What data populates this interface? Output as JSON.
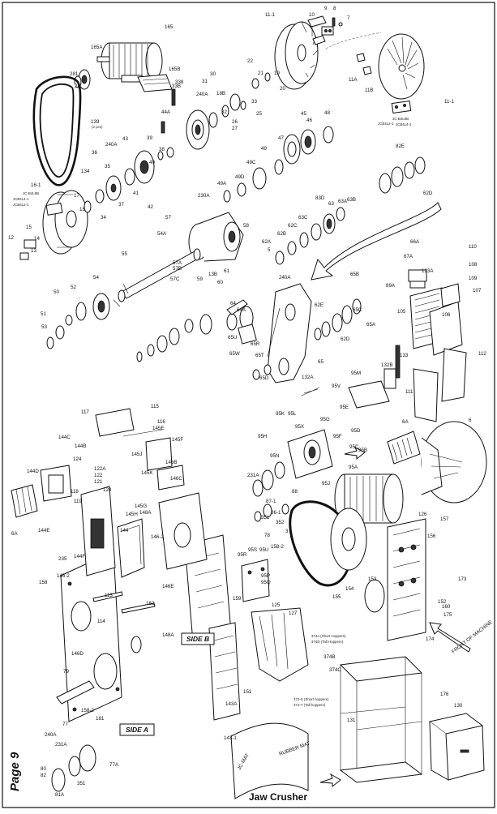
{
  "page": {
    "number_text": "Page 9",
    "title": "Jaw Crusher"
  },
  "callouts": {
    "side_a": "SIDE A",
    "side_b": "SIDE B",
    "front_of_machine": "FRONT OF MACHINE",
    "rubber_mat": "RUBBER MAT",
    "jc_mat": "JC-MAT",
    "short_hoppers_a": "374A (Short Hoppers)",
    "tall_hoppers_a": "374D (Tall Hoppers)",
    "short_hoppers_s": "374-S (Short hoppers)",
    "tall_hoppers_t": "374-T (Tall hoppers)"
  },
  "labels": [
    {
      "id": "l165a",
      "text": "165A"
    },
    {
      "id": "l165",
      "text": "165"
    },
    {
      "id": "l165b",
      "text": "165B"
    },
    {
      "id": "l281",
      "text": "281"
    },
    {
      "id": "l28",
      "text": "28"
    },
    {
      "id": "l139",
      "text": "139"
    },
    {
      "id": "l139q",
      "text": "(2 pcs)"
    },
    {
      "id": "l33b",
      "text": "33B"
    },
    {
      "id": "l30",
      "text": "30"
    },
    {
      "id": "l31",
      "text": "31"
    },
    {
      "id": "l240a1",
      "text": "240A"
    },
    {
      "id": "l18b",
      "text": "18B"
    },
    {
      "id": "l32",
      "text": "32"
    },
    {
      "id": "l33",
      "text": "33"
    },
    {
      "id": "l25",
      "text": "25"
    },
    {
      "id": "l26",
      "text": "26"
    },
    {
      "id": "l27",
      "text": "27"
    },
    {
      "id": "l22",
      "text": "22"
    },
    {
      "id": "l21",
      "text": "21"
    },
    {
      "id": "l19",
      "text": "19"
    },
    {
      "id": "l20",
      "text": "20"
    },
    {
      "id": "l11_1",
      "text": "11-1"
    },
    {
      "id": "l10",
      "text": "10"
    },
    {
      "id": "l9",
      "text": "9"
    },
    {
      "id": "l8",
      "text": "8"
    },
    {
      "id": "l7",
      "text": "7"
    },
    {
      "id": "l11a",
      "text": "11A"
    },
    {
      "id": "l11b",
      "text": "11B"
    },
    {
      "id": "l11_1b",
      "text": "11-1"
    },
    {
      "id": "l44a",
      "text": "44A"
    },
    {
      "id": "l36",
      "text": "36"
    },
    {
      "id": "l240a2",
      "text": "240A"
    },
    {
      "id": "l43",
      "text": "43"
    },
    {
      "id": "l39",
      "text": "39"
    },
    {
      "id": "l134",
      "text": "134"
    },
    {
      "id": "l41",
      "text": "41"
    },
    {
      "id": "l42",
      "text": "42"
    },
    {
      "id": "l37",
      "text": "37"
    },
    {
      "id": "l34",
      "text": "34"
    },
    {
      "id": "l16_1",
      "text": "16-1"
    },
    {
      "id": "l17",
      "text": "17"
    },
    {
      "id": "l18",
      "text": "18"
    },
    {
      "id": "l12",
      "text": "12"
    },
    {
      "id": "l15",
      "text": "15"
    },
    {
      "id": "l13",
      "text": "13"
    },
    {
      "id": "l14",
      "text": "14"
    },
    {
      "id": "l45",
      "text": "45"
    },
    {
      "id": "l46",
      "text": "46"
    },
    {
      "id": "l48",
      "text": "48"
    },
    {
      "id": "l47",
      "text": "47"
    },
    {
      "id": "l49",
      "text": "49"
    },
    {
      "id": "l49c",
      "text": "49C"
    },
    {
      "id": "l49d",
      "text": "49D"
    },
    {
      "id": "l49a",
      "text": "49A"
    },
    {
      "id": "l82e",
      "text": "82E"
    },
    {
      "id": "l62d",
      "text": "62D"
    },
    {
      "id": "l83d",
      "text": "83D"
    },
    {
      "id": "l63",
      "text": "63"
    },
    {
      "id": "l63a",
      "text": "63A"
    },
    {
      "id": "l63b",
      "text": "63B"
    },
    {
      "id": "l63c",
      "text": "63C"
    },
    {
      "id": "l62c",
      "text": "62C"
    },
    {
      "id": "l62b",
      "text": "62B"
    },
    {
      "id": "l62a",
      "text": "62A"
    },
    {
      "id": "l230a",
      "text": "230A"
    },
    {
      "id": "l57",
      "text": "57"
    },
    {
      "id": "l58",
      "text": "58"
    },
    {
      "id": "l54a",
      "text": "54A"
    },
    {
      "id": "l55",
      "text": "55"
    },
    {
      "id": "l57a",
      "text": "57A"
    },
    {
      "id": "l57b",
      "text": "57B"
    },
    {
      "id": "l57c",
      "text": "57C"
    },
    {
      "id": "l59",
      "text": "59"
    },
    {
      "id": "l13b",
      "text": "13B"
    },
    {
      "id": "l60",
      "text": "60"
    },
    {
      "id": "l61",
      "text": "61"
    },
    {
      "id": "l240a3",
      "text": "240A"
    },
    {
      "id": "l54",
      "text": "54"
    },
    {
      "id": "l52",
      "text": "52"
    },
    {
      "id": "l50",
      "text": "50"
    },
    {
      "id": "l51",
      "text": "51"
    },
    {
      "id": "l53",
      "text": "53"
    },
    {
      "id": "l64",
      "text": "64"
    },
    {
      "id": "l64a",
      "text": "64A"
    },
    {
      "id": "l62e",
      "text": "62E"
    },
    {
      "id": "l62d2",
      "text": "62D"
    },
    {
      "id": "l65",
      "text": "65"
    },
    {
      "id": "l65a",
      "text": "65A"
    },
    {
      "id": "l65b",
      "text": "65B"
    },
    {
      "id": "l65c",
      "text": "65C"
    },
    {
      "id": "l65d",
      "text": "65D"
    },
    {
      "id": "l66a",
      "text": "66A"
    },
    {
      "id": "l67a",
      "text": "67A"
    },
    {
      "id": "l89a",
      "text": "89A"
    },
    {
      "id": "l105",
      "text": "105"
    },
    {
      "id": "l106",
      "text": "106"
    },
    {
      "id": "l107",
      "text": "107"
    },
    {
      "id": "l108",
      "text": "108"
    },
    {
      "id": "l109",
      "text": "109"
    },
    {
      "id": "l110",
      "text": "110"
    },
    {
      "id": "l123a",
      "text": "123A"
    },
    {
      "id": "l133",
      "text": "133"
    },
    {
      "id": "l111",
      "text": "111"
    },
    {
      "id": "l112",
      "text": "112"
    },
    {
      "id": "l132a",
      "text": "132A"
    },
    {
      "id": "l132b",
      "text": "132B"
    },
    {
      "id": "l95m",
      "text": "95M"
    },
    {
      "id": "l95v",
      "text": "95V"
    },
    {
      "id": "l95e",
      "text": "95E"
    },
    {
      "id": "l95d",
      "text": "95D"
    },
    {
      "id": "l95c",
      "text": "95C"
    },
    {
      "id": "l95b",
      "text": "95B"
    },
    {
      "id": "l95a",
      "text": "95A"
    },
    {
      "id": "l95j",
      "text": "95J"
    },
    {
      "id": "l95h",
      "text": "95H"
    },
    {
      "id": "l95k",
      "text": "95K"
    },
    {
      "id": "l95l",
      "text": "95L"
    },
    {
      "id": "l95g",
      "text": "95G"
    },
    {
      "id": "l95x",
      "text": "95X"
    },
    {
      "id": "l95f",
      "text": "95F"
    },
    {
      "id": "l95n",
      "text": "95N"
    },
    {
      "id": "l6a",
      "text": "6A"
    },
    {
      "id": "l6",
      "text": "6"
    },
    {
      "id": "l117",
      "text": "117"
    },
    {
      "id": "l115",
      "text": "115"
    },
    {
      "id": "l116",
      "text": "116"
    },
    {
      "id": "l145e",
      "text": "145E"
    },
    {
      "id": "l145f",
      "text": "145F"
    },
    {
      "id": "l144c",
      "text": "144C"
    },
    {
      "id": "l144b",
      "text": "144B"
    },
    {
      "id": "l144d",
      "text": "144D"
    },
    {
      "id": "l124",
      "text": "124"
    },
    {
      "id": "l122a",
      "text": "122A"
    },
    {
      "id": "l122",
      "text": "122"
    },
    {
      "id": "l121",
      "text": "121"
    },
    {
      "id": "l118",
      "text": "118"
    },
    {
      "id": "l119",
      "text": "119"
    },
    {
      "id": "l120",
      "text": "120"
    },
    {
      "id": "l145j",
      "text": "145J"
    },
    {
      "id": "l145k",
      "text": "145K"
    },
    {
      "id": "l145g",
      "text": "145G"
    },
    {
      "id": "l145h",
      "text": "145H"
    },
    {
      "id": "l146b",
      "text": "146B"
    },
    {
      "id": "l146c",
      "text": "146C"
    },
    {
      "id": "l148a",
      "text": "148A"
    },
    {
      "id": "l146_2",
      "text": "146-2"
    },
    {
      "id": "l144",
      "text": "144"
    },
    {
      "id": "l144f",
      "text": "144F"
    },
    {
      "id": "l144e",
      "text": "144E"
    },
    {
      "id": "l6a2",
      "text": "6A"
    },
    {
      "id": "l235",
      "text": "235"
    },
    {
      "id": "l158",
      "text": "158"
    },
    {
      "id": "l145_2",
      "text": "145-2"
    },
    {
      "id": "l113",
      "text": "113"
    },
    {
      "id": "l162",
      "text": "162"
    },
    {
      "id": "l114",
      "text": "114"
    },
    {
      "id": "l146d",
      "text": "146D"
    },
    {
      "id": "l146e",
      "text": "146E"
    },
    {
      "id": "l148a2",
      "text": "148A"
    },
    {
      "id": "l79",
      "text": "79"
    },
    {
      "id": "l158_2",
      "text": "158-2"
    },
    {
      "id": "l181",
      "text": "181"
    },
    {
      "id": "l77",
      "text": "77"
    },
    {
      "id": "l143a",
      "text": "143A"
    },
    {
      "id": "l143_1",
      "text": "143-1"
    },
    {
      "id": "l95r",
      "text": "95R"
    },
    {
      "id": "l95s",
      "text": "95S"
    },
    {
      "id": "l95u",
      "text": "95U"
    },
    {
      "id": "l158_2b",
      "text": "158-2"
    },
    {
      "id": "l95p",
      "text": "95P"
    },
    {
      "id": "l95q",
      "text": "95Q"
    },
    {
      "id": "l159",
      "text": "159"
    },
    {
      "id": "l157",
      "text": "157"
    },
    {
      "id": "l156",
      "text": "156"
    },
    {
      "id": "l152",
      "text": "152"
    },
    {
      "id": "l125",
      "text": "125"
    },
    {
      "id": "l127",
      "text": "127"
    },
    {
      "id": "l374b",
      "text": "374B"
    },
    {
      "id": "l374c",
      "text": "374C"
    },
    {
      "id": "l151",
      "text": "151"
    },
    {
      "id": "l131",
      "text": "131"
    },
    {
      "id": "l130",
      "text": "130"
    },
    {
      "id": "l176",
      "text": "176"
    },
    {
      "id": "l173",
      "text": "173"
    },
    {
      "id": "l174",
      "text": "174"
    },
    {
      "id": "l160",
      "text": "160"
    },
    {
      "id": "l175",
      "text": "175"
    },
    {
      "id": "l155",
      "text": "155"
    },
    {
      "id": "l154",
      "text": "154"
    },
    {
      "id": "l153",
      "text": "153"
    },
    {
      "id": "l126",
      "text": "126"
    },
    {
      "id": "l3",
      "text": "3"
    },
    {
      "id": "l86_1",
      "text": "86-1"
    },
    {
      "id": "l87_1",
      "text": "87-1"
    },
    {
      "id": "l88",
      "text": "88"
    },
    {
      "id": "l352",
      "text": "352"
    },
    {
      "id": "l351",
      "text": "351"
    },
    {
      "id": "l78",
      "text": "78"
    },
    {
      "id": "l231a",
      "text": "231A"
    },
    {
      "id": "l240a4",
      "text": "240A"
    },
    {
      "id": "l231a2",
      "text": "231A"
    },
    {
      "id": "l80",
      "text": "80"
    },
    {
      "id": "l82",
      "text": "82"
    },
    {
      "id": "l81a",
      "text": "81A"
    },
    {
      "id": "l351b",
      "text": "351"
    },
    {
      "id": "l77a",
      "text": "77A"
    },
    {
      "id": "l5",
      "text": "5"
    },
    {
      "id": "l35",
      "text": "35"
    },
    {
      "id": "l38",
      "text": "38"
    },
    {
      "id": "l40",
      "text": "40"
    },
    {
      "id": "l338",
      "text": "338"
    },
    {
      "id": "l65u",
      "text": "65U"
    },
    {
      "id": "l65w",
      "text": "65W"
    },
    {
      "id": "l65r",
      "text": "65R"
    },
    {
      "id": "l65t",
      "text": "65T"
    }
  ],
  "notes": {
    "jc_b4l9b": "JC-B4L9B",
    "jcb4l2_1": "JCB4L2-1",
    "jcb4l4_1": "JCB4L4-1",
    "jc_b4l9b_l": "JC-B4L9B",
    "jcb4l4_1_l": "JCB4L4-1",
    "jcb4l2_1_l": "JCB4L2-1"
  }
}
